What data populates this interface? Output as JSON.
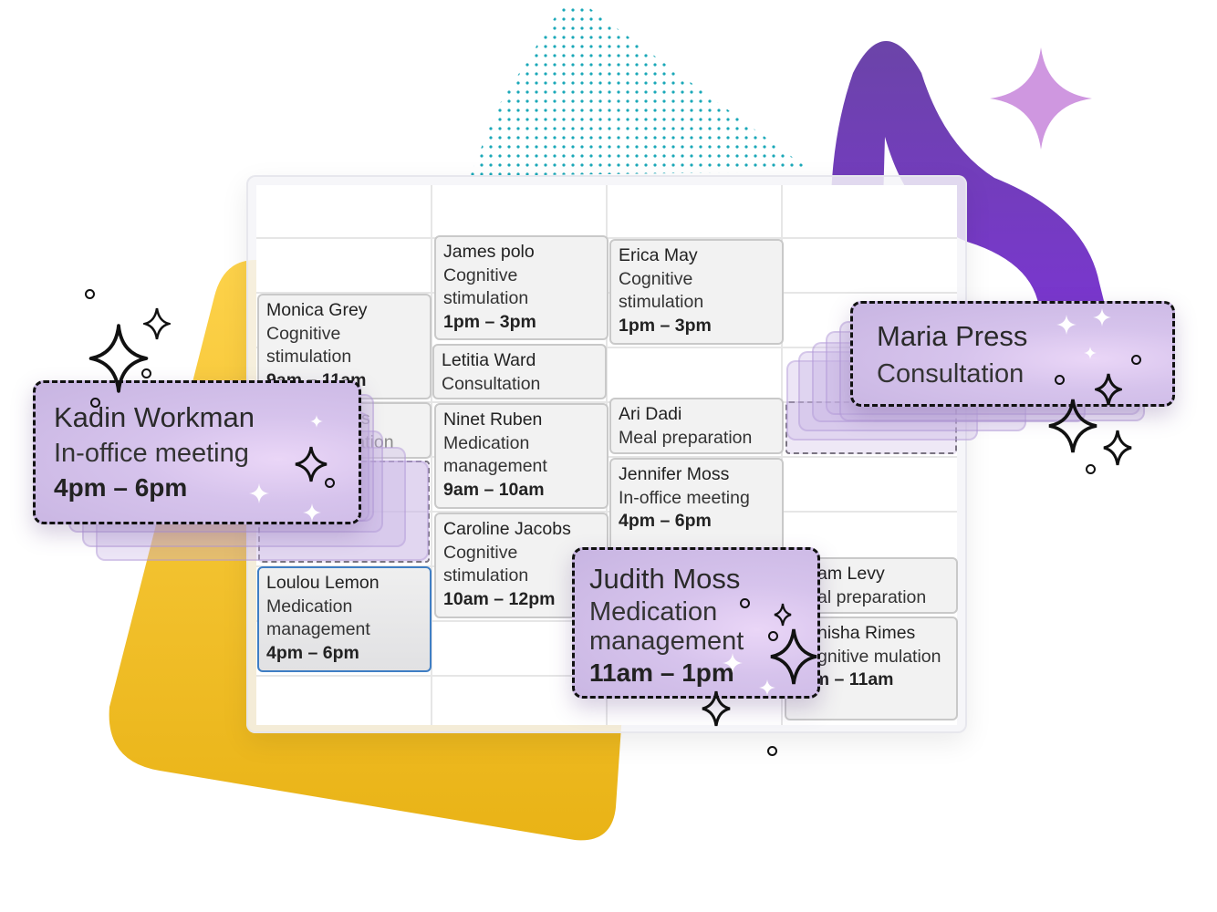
{
  "colors": {
    "accent_purple": "#6a3fb0",
    "sparkle_lilac": "#cf97e0",
    "dots_teal": "#1aa8b8",
    "yellow": "#f2c12e",
    "selected_border": "#3f7ec4",
    "drag_card": "#cdb9e6"
  },
  "calendar": {
    "events": [
      {
        "id": "james-polo",
        "name": "James polo",
        "type": "Cognitive stimulation",
        "time": "1pm – 3pm"
      },
      {
        "id": "erica-may",
        "name": "Erica May",
        "type": "Cognitive stimulation",
        "time": "1pm – 3pm"
      },
      {
        "id": "monica-grey",
        "name": "Monica Grey",
        "type": "Cognitive stimulation",
        "time": "9am – 11am"
      },
      {
        "id": "letitia-ward",
        "name": "Letitia Ward",
        "type": "Consultation",
        "time": ""
      },
      {
        "id": "ari-dadi",
        "name": "Ari Dadi",
        "type": "Meal preparation",
        "time": ""
      },
      {
        "id": "ninet-ruben",
        "name": "Ninet Ruben",
        "type": "Medication management",
        "time": "9am – 10am"
      },
      {
        "id": "jennifer-moss",
        "name": "Jennifer Moss",
        "type": "In-office meeting",
        "time": "4pm – 6pm"
      },
      {
        "id": "caroline-jacobs",
        "name": "Caroline Jacobs",
        "type": "Cognitive stimulation",
        "time": "10am – 12pm"
      },
      {
        "id": "loulou-lemon",
        "name": "Loulou Lemon",
        "type": "Medication management",
        "time": "4pm – 6pm"
      },
      {
        "id": "miriam-levy",
        "name": "am Levy",
        "type": "al preparation",
        "time": ""
      },
      {
        "id": "anisha-rimes",
        "name": "hisha Rimes",
        "type": "gnitive mulation",
        "time": "9am – 11am"
      },
      {
        "id": "hidden-meal",
        "name": "s",
        "type": "aration",
        "time": ""
      }
    ]
  },
  "drag_cards": {
    "kadin": {
      "name": "Kadin Workman",
      "type": "In-office meeting",
      "time": "4pm – 6pm"
    },
    "maria": {
      "name": "Maria Press",
      "type": "Consultation"
    },
    "judith": {
      "name": "Judith Moss",
      "type": "Medication management",
      "time": "11am – 1pm"
    }
  }
}
